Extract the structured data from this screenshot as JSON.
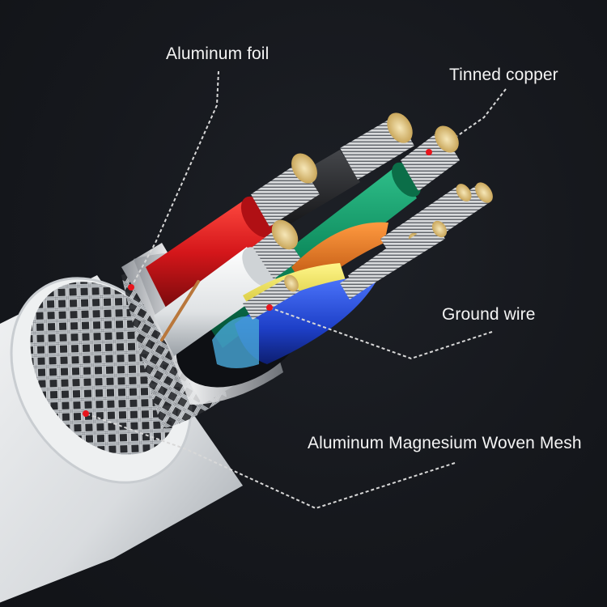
{
  "diagram": {
    "type": "cable-cross-section-callout",
    "background_color": "#15171c",
    "label_color": "#f4f4f4",
    "marker_color": "#e8141c",
    "labels": {
      "aluminum_foil": "Aluminum foil",
      "tinned_copper": "Tinned copper",
      "ground_wire": "Ground wire",
      "woven_mesh": "Aluminum Magnesium Woven Mesh"
    },
    "components": {
      "outer_jacket": {
        "color": "#e6e8ea"
      },
      "woven_mesh": {
        "color": "#b8bcc2"
      },
      "aluminum_foil": {
        "color": "#d9dcdf"
      },
      "conductors": [
        {
          "name": "red",
          "color": "#d4161a"
        },
        {
          "name": "black",
          "color": "#1b1b1d"
        },
        {
          "name": "green",
          "color": "#0d8a5c"
        },
        {
          "name": "white",
          "color": "#e9ebec"
        },
        {
          "name": "orange",
          "color": "#e8731c"
        },
        {
          "name": "yellow",
          "color": "#e6dc3c"
        },
        {
          "name": "blue",
          "color": "#1e40c8"
        },
        {
          "name": "ground-drain",
          "color": "#c8ccd0"
        }
      ]
    }
  }
}
